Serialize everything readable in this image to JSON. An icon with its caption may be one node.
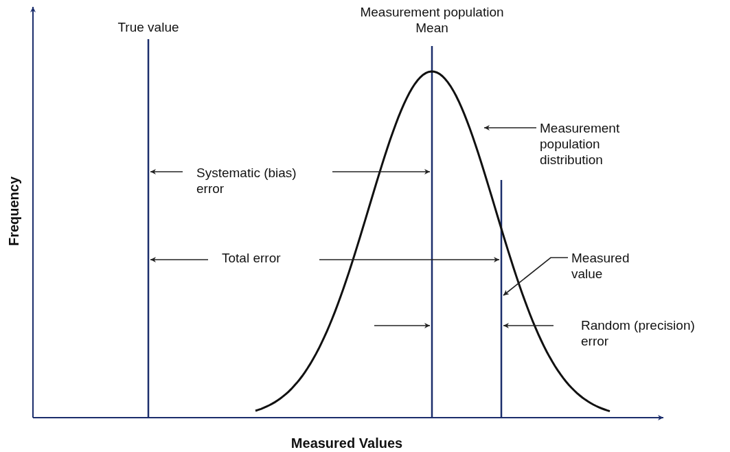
{
  "diagram": {
    "nodes": [
      {
        "text": [],
        "shape": "line",
        "beside": [
          "True value"
        ]
      },
      {
        "text": [],
        "shape": "line",
        "beside": [
          "Measurement population Mean"
        ]
      },
      {
        "text": [],
        "shape": "line"
      },
      {
        "text": [
          "Systematic (bias) error"
        ]
      },
      {
        "text": [
          "Total error"
        ]
      },
      {
        "text": [
          "Random (precision) error"
        ]
      },
      {
        "text": [
          "Measurement population distribution"
        ]
      },
      {
        "text": [
          "Measured value"
        ]
      }
    ],
    "edges": [
      {
        "from": 3,
        "to": 0,
        "arrow": "to"
      },
      {
        "from": 3,
        "to": 1,
        "arrow": "to"
      },
      {
        "from": 4,
        "to": 0,
        "arrow": "to"
      },
      {
        "from": 4,
        "to": 2,
        "arrow": "to"
      },
      {
        "from": null,
        "to": 1,
        "arrow": "to"
      },
      {
        "from": 5,
        "to": 2,
        "arrow": "to"
      },
      {
        "from": 6,
        "to": null,
        "arrow": "to"
      },
      {
        "from": 7,
        "to": 2,
        "arrow": "to"
      }
    ],
    "labels": [
      "Frequency",
      "Measured Values"
    ]
  }
}
